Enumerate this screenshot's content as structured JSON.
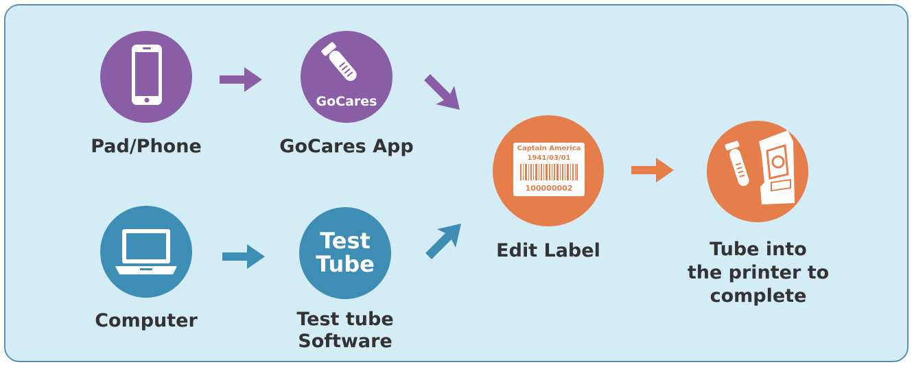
{
  "colors": {
    "purple": "#8a5ea6",
    "blue": "#3e8db4",
    "orange": "#e57e4a",
    "panel_bg": "#d4ecf5",
    "panel_border": "#5b8fb3",
    "label_text": "#333333"
  },
  "nodes": {
    "pad_phone": {
      "label": "Pad/Phone",
      "icon": "smartphone-icon"
    },
    "gocares_app": {
      "label": "GoCares App",
      "icon_text": "GoCares",
      "icon": "test-tube-icon"
    },
    "computer": {
      "label": "Computer",
      "icon": "laptop-icon"
    },
    "test_tube_software": {
      "label_line1": "Test tube",
      "label_line2": "Software",
      "icon_line1": "Test",
      "icon_line2": "Tube"
    },
    "edit_label": {
      "label": "Edit Label",
      "sticker_name": "Captain America",
      "sticker_date": "1941/03/01",
      "sticker_number": "100000002",
      "icon": "barcode-label-icon"
    },
    "printer": {
      "label_line1": "Tube into",
      "label_line2": "the printer to",
      "label_line3": "complete",
      "icon": "printer-icon"
    }
  }
}
